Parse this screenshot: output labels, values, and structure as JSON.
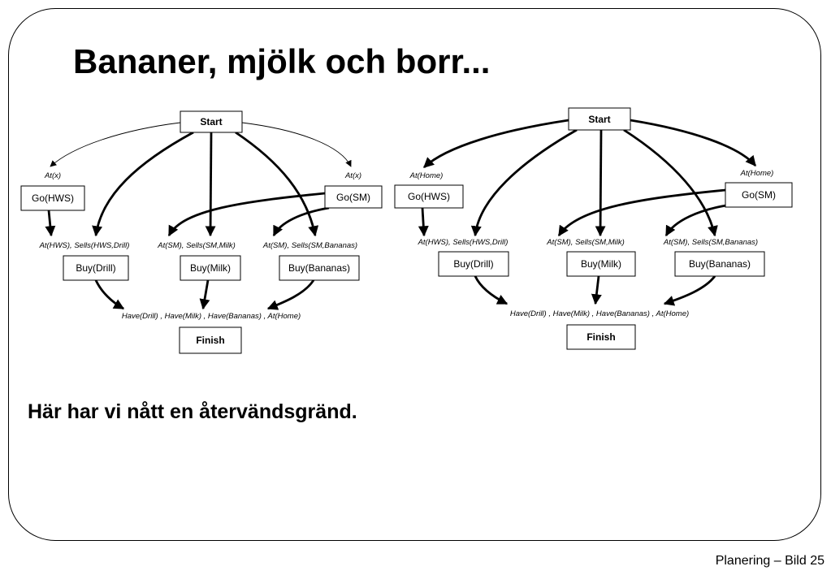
{
  "slide": {
    "title": "Bananer, mjölk och borr...",
    "body": "Här har vi nått en återvändsgränd.",
    "footer": "Planering – Bild 25"
  },
  "plans": [
    {
      "nodes": {
        "start": "Start",
        "go_hws": "Go(HWS)",
        "go_sm": "Go(SM)",
        "buy_drill": "Buy(Drill)",
        "buy_milk": "Buy(Milk)",
        "buy_bananas": "Buy(Bananas)",
        "finish": "Finish"
      },
      "conditions": {
        "go_hws_pre": "At(x)",
        "go_sm_pre": "At(x)",
        "buy_drill_pre": "At(HWS), Sells(HWS,Drill)",
        "buy_milk_pre": "At(SM), Sells(SM,Milk)",
        "buy_bananas_pre": "At(SM), Sells(SM,Bananas)",
        "finish_pre": "Have(Drill) , Have(Milk) , Have(Bananas) , At(Home)"
      }
    },
    {
      "nodes": {
        "start": "Start",
        "go_hws": "Go(HWS)",
        "go_sm": "Go(SM)",
        "buy_drill": "Buy(Drill)",
        "buy_milk": "Buy(Milk)",
        "buy_bananas": "Buy(Bananas)",
        "finish": "Finish"
      },
      "conditions": {
        "go_hws_pre": "At(Home)",
        "go_sm_pre": "At(Home)",
        "buy_drill_pre": "At(HWS), Sells(HWS,Drill)",
        "buy_milk_pre": "At(SM), Sells(SM,Milk)",
        "buy_bananas_pre": "At(SM), Sells(SM,Bananas)",
        "finish_pre": "Have(Drill) , Have(Milk) , Have(Bananas) , At(Home)"
      }
    }
  ]
}
